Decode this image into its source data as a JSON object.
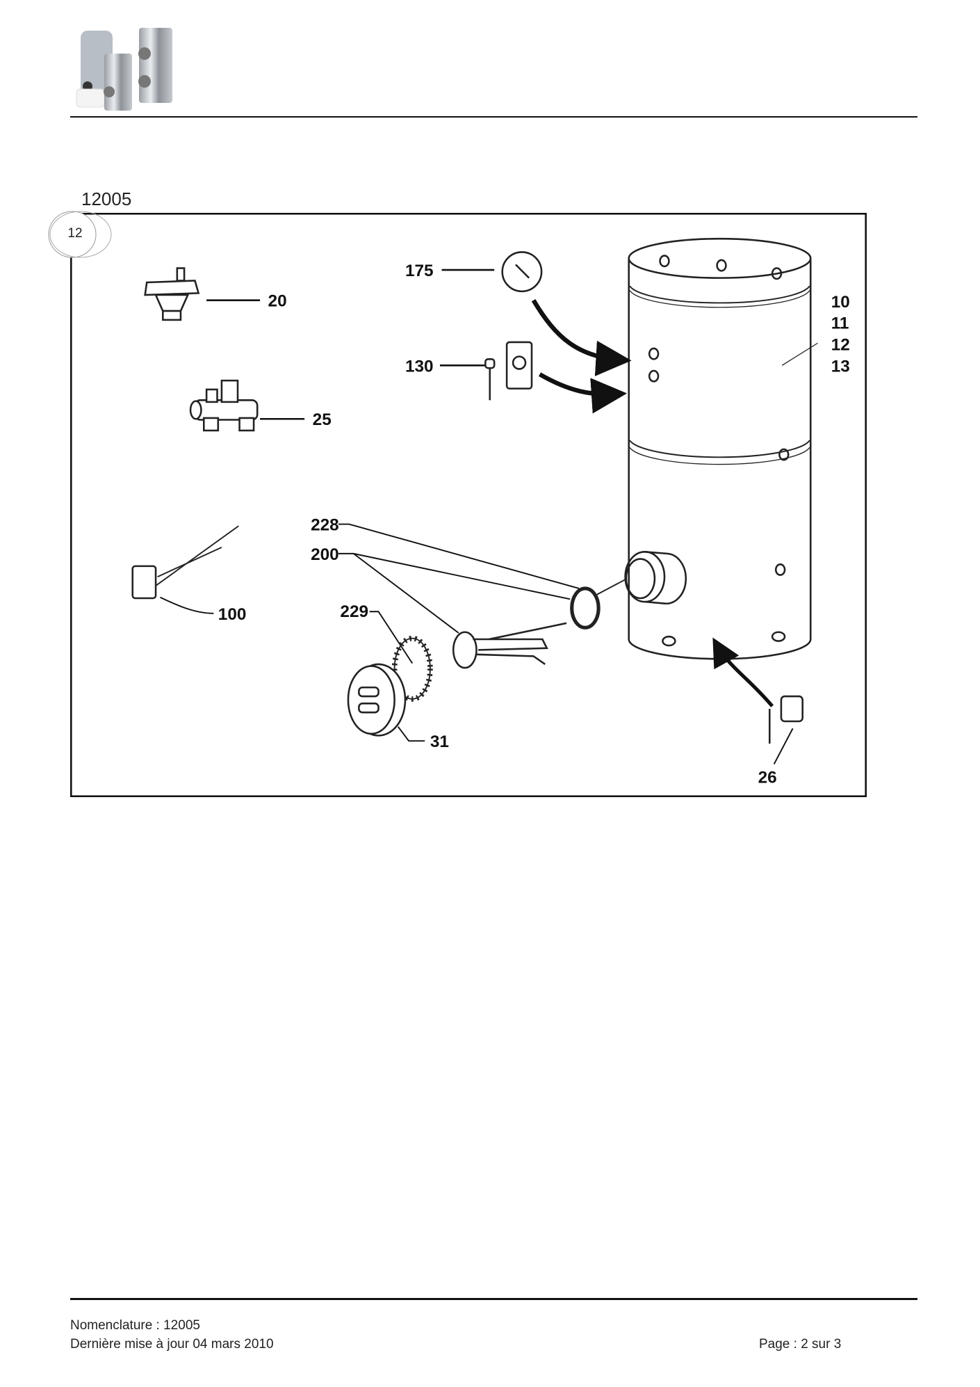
{
  "header": {
    "logo_alt": "water heater tanks",
    "doc_id": "12005",
    "badge": "12"
  },
  "diagram": {
    "callouts": {
      "c20": "20",
      "c25": "25",
      "c100": "100",
      "c175": "175",
      "c130": "130",
      "c10": "10",
      "c11": "11",
      "c12": "12",
      "c13": "13",
      "c228": "228",
      "c200": "200",
      "c229": "229",
      "c31": "31",
      "c26": "26"
    }
  },
  "footer": {
    "nomenclature": "Nomenclature : 12005",
    "updated": "Dernière mise à jour 04 mars 2010",
    "page": "Page : 2 sur 3"
  }
}
